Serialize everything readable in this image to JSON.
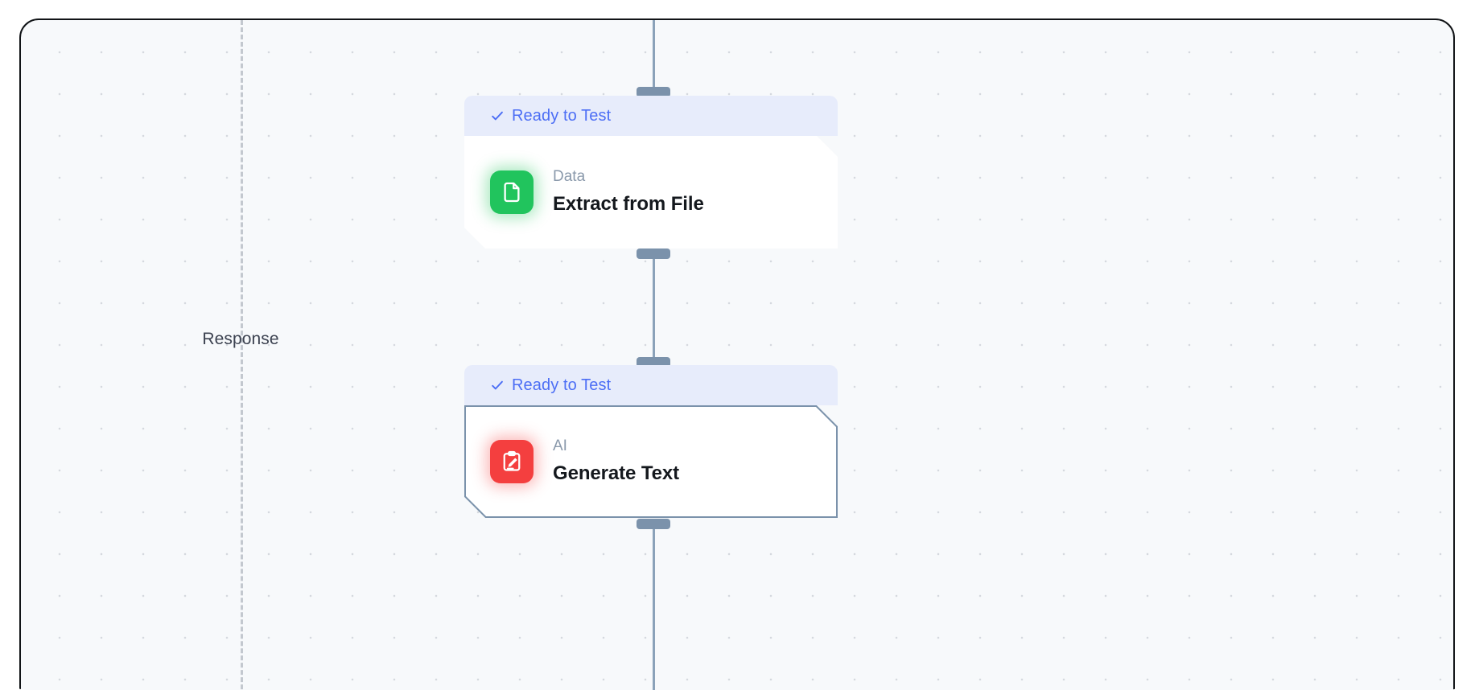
{
  "canvas": {
    "background_color": "#f7f9fb",
    "border_color": "#111417",
    "grid": "dot-grid"
  },
  "guide": {
    "label": "Response",
    "line_color": "#c3c8cf"
  },
  "connector": {
    "line_color": "#8ba2b9",
    "handle_color": "#7b92ab"
  },
  "nodes": [
    {
      "status": "Ready to Test",
      "status_icon": "check-icon",
      "status_bg": "#e7ecfb",
      "status_color": "#4c6ef5",
      "kind": "Data",
      "title": "Extract from File",
      "icon": "file-document-icon",
      "icon_color": "#21c45d",
      "selected": false
    },
    {
      "status": "Ready to Test",
      "status_icon": "check-icon",
      "status_bg": "#e7ecfb",
      "status_color": "#4c6ef5",
      "kind": "AI",
      "title": "Generate Text",
      "icon": "clipboard-pencil-icon",
      "icon_color": "#f43f3f",
      "selected": true
    }
  ]
}
